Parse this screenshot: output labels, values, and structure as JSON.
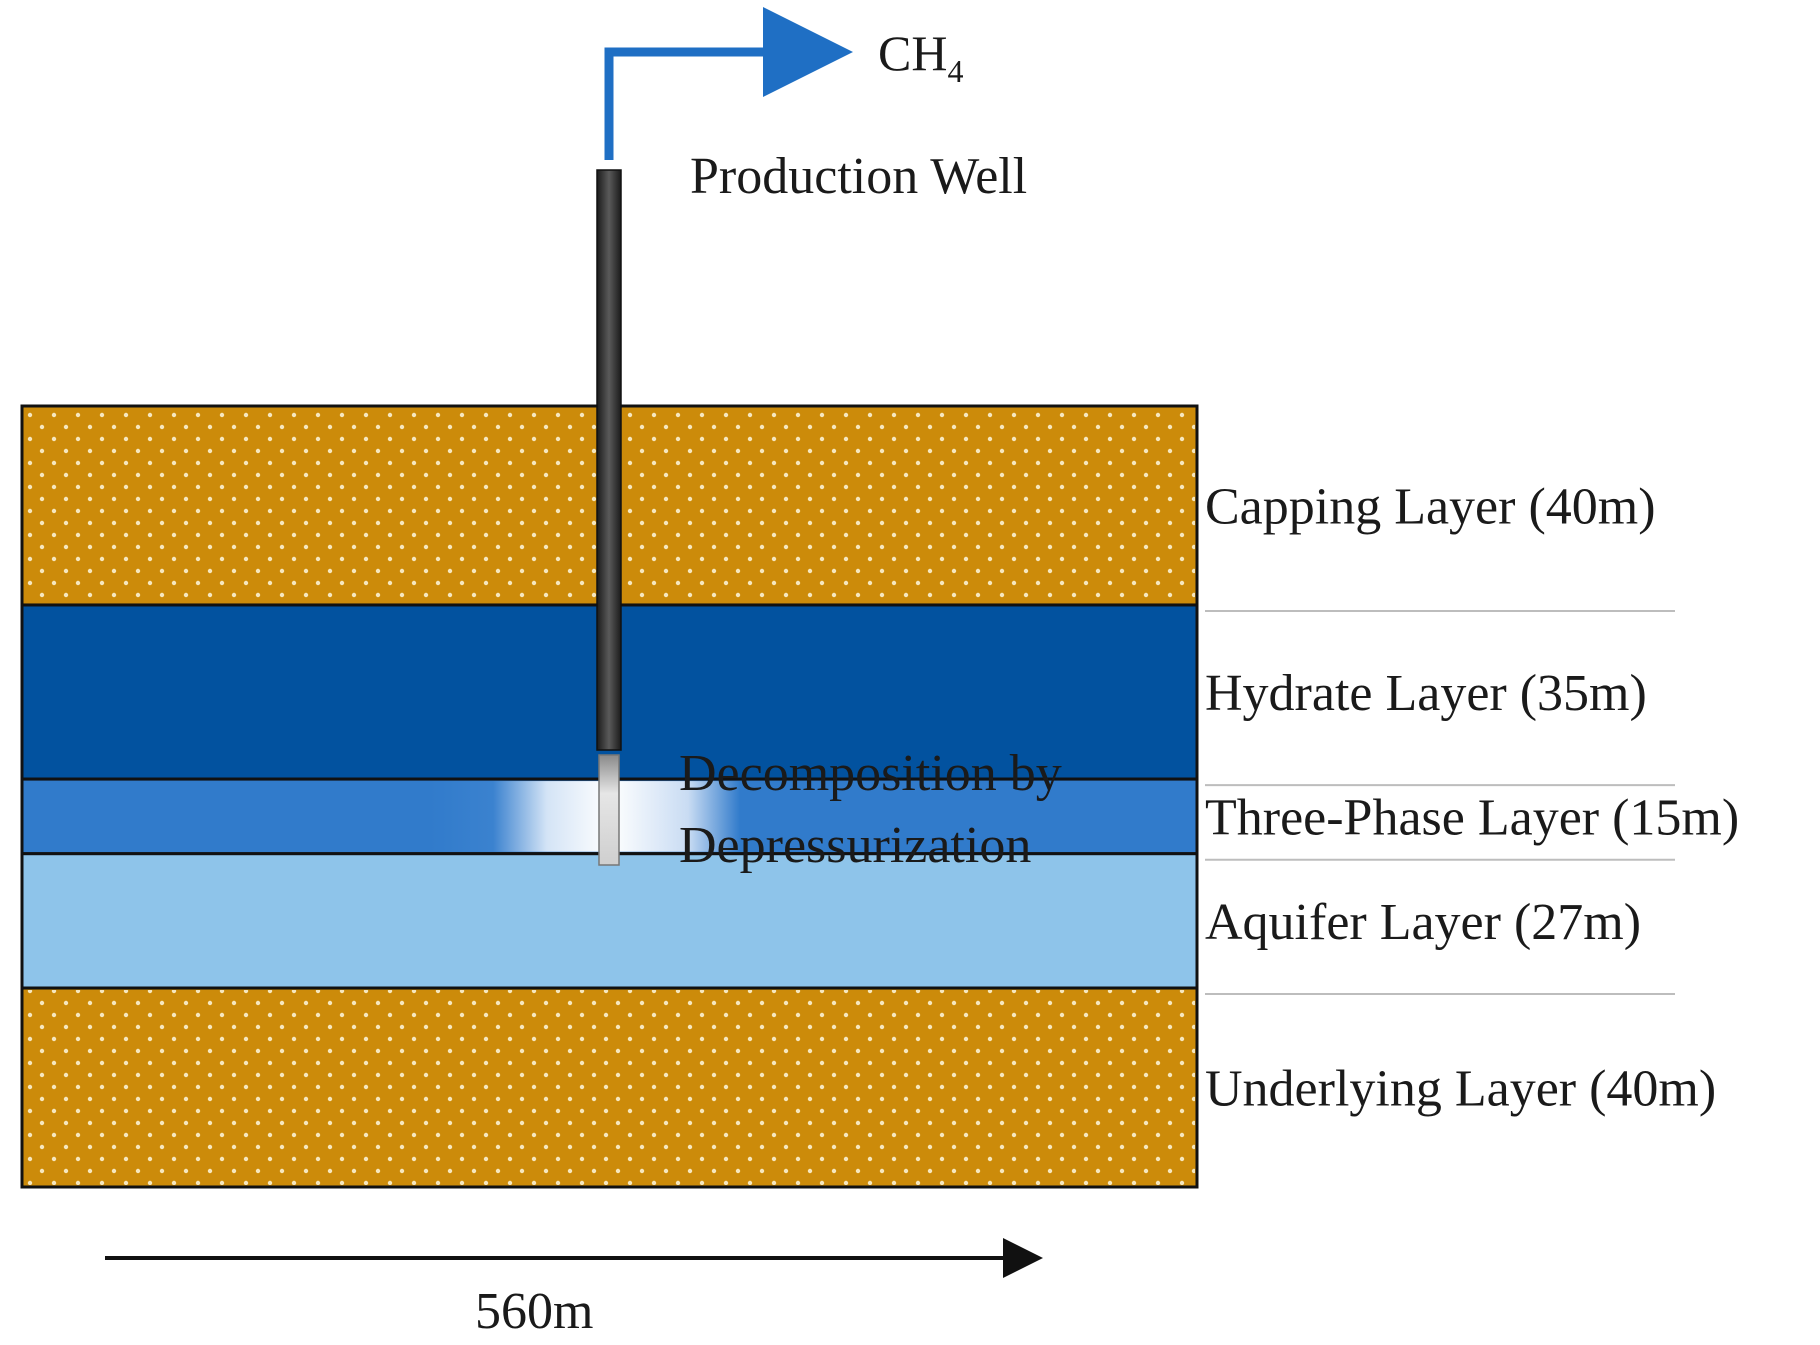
{
  "gas": {
    "label": "CH",
    "subscript": "4",
    "arrow_color": "#1f6fc4"
  },
  "well": {
    "label": "Production Well",
    "color": "#3a3a3a"
  },
  "decomposition": {
    "line1": "Decomposition by",
    "line2": "Depressurization"
  },
  "layers": [
    {
      "key": "capping",
      "label": "Capping Layer (40m)",
      "thickness_m": 40,
      "color": "#cc8b0a",
      "pattern": "dots"
    },
    {
      "key": "hydrate",
      "label": "Hydrate Layer (35m)",
      "thickness_m": 35,
      "color": "#02529f",
      "pattern": "none"
    },
    {
      "key": "three",
      "label": "Three-Phase Layer (15m)",
      "thickness_m": 15,
      "color": "#317bcb",
      "pattern": "gradient"
    },
    {
      "key": "aquifer",
      "label": "Aquifer Layer (27m)",
      "thickness_m": 27,
      "color": "#8ec4ea",
      "pattern": "none"
    },
    {
      "key": "underlying",
      "label": "Underlying Layer (40m)",
      "thickness_m": 40,
      "color": "#cc8b0a",
      "pattern": "dots"
    }
  ],
  "width_axis": {
    "label": "560m",
    "value_m": 560
  }
}
